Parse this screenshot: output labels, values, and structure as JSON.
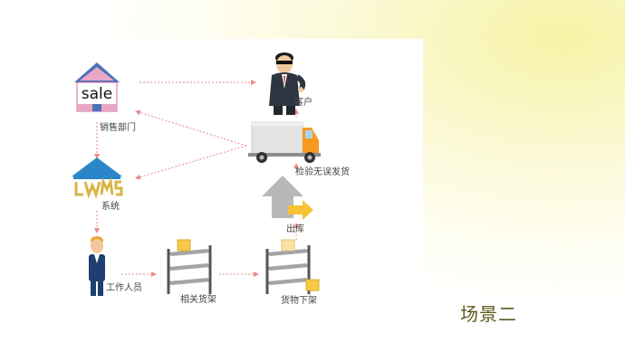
{
  "nodes": {
    "sales_dept": {
      "icon_text": "sale",
      "label": "销售部门"
    },
    "system": {
      "logo_text": "LWMS",
      "label": "系统"
    },
    "customer": {
      "label": "客户"
    },
    "truck": {
      "label": "检验无误发货"
    },
    "outbound": {
      "label": "出库"
    },
    "worker": {
      "label": "工作人员"
    },
    "related_shelf": {
      "label": "相关货架"
    },
    "goods_off_shelf": {
      "label": "货物下架"
    }
  },
  "scene_title": "场景二",
  "colors": {
    "arrow": "#e88a8a",
    "house_roof": "#4a73b8",
    "wms_blue": "#2a86c9",
    "wms_gold": "#d9b545",
    "truck_orange": "#f59a1f",
    "box": "#f7c948",
    "title": "#5a5a1a"
  }
}
